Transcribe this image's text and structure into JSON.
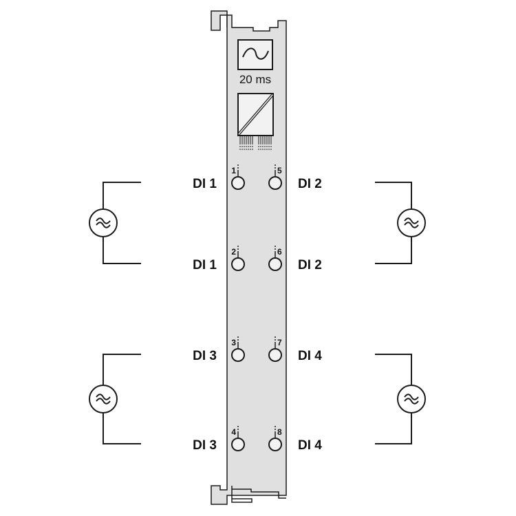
{
  "module": {
    "filter_time": "20 ms",
    "body_color": "#e0e0e0",
    "stroke_color": "#1a1a1a"
  },
  "terminals": [
    {
      "number": "1",
      "label": "DI 1",
      "side": "left"
    },
    {
      "number": "2",
      "label": "DI 1",
      "side": "left"
    },
    {
      "number": "3",
      "label": "DI 3",
      "side": "left"
    },
    {
      "number": "4",
      "label": "DI 3",
      "side": "left"
    },
    {
      "number": "5",
      "label": "DI 2",
      "side": "right"
    },
    {
      "number": "6",
      "label": "DI 2",
      "side": "right"
    },
    {
      "number": "7",
      "label": "DI 4",
      "side": "right"
    },
    {
      "number": "8",
      "label": "DI 4",
      "side": "right"
    }
  ],
  "sources": [
    {
      "symbol": "ac-source-icon",
      "side": "left",
      "connects": [
        "1",
        "2"
      ]
    },
    {
      "symbol": "ac-source-icon",
      "side": "right",
      "connects": [
        "5",
        "6"
      ]
    },
    {
      "symbol": "ac-source-icon",
      "side": "left",
      "connects": [
        "3",
        "4"
      ]
    },
    {
      "symbol": "ac-source-icon",
      "side": "right",
      "connects": [
        "7",
        "8"
      ]
    }
  ]
}
